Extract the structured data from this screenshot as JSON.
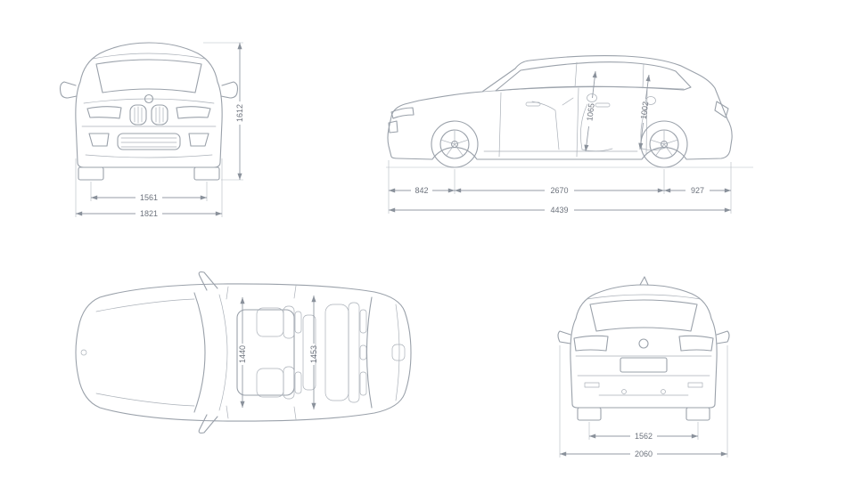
{
  "views": {
    "front": {
      "height": "1612",
      "track": "1561",
      "width": "1821"
    },
    "side": {
      "front_headroom": "1065",
      "rear_headroom": "1002",
      "front_overhang": "842",
      "wheelbase": "2670",
      "rear_overhang": "927",
      "length": "4439"
    },
    "top": {
      "front_interior": "1440",
      "rear_interior": "1453"
    },
    "rear": {
      "track": "1562",
      "width": "2060"
    }
  },
  "style": {
    "line": "#9aa1aa",
    "dim": "#949ba5",
    "text": "#6d737d",
    "background": "#ffffff"
  }
}
